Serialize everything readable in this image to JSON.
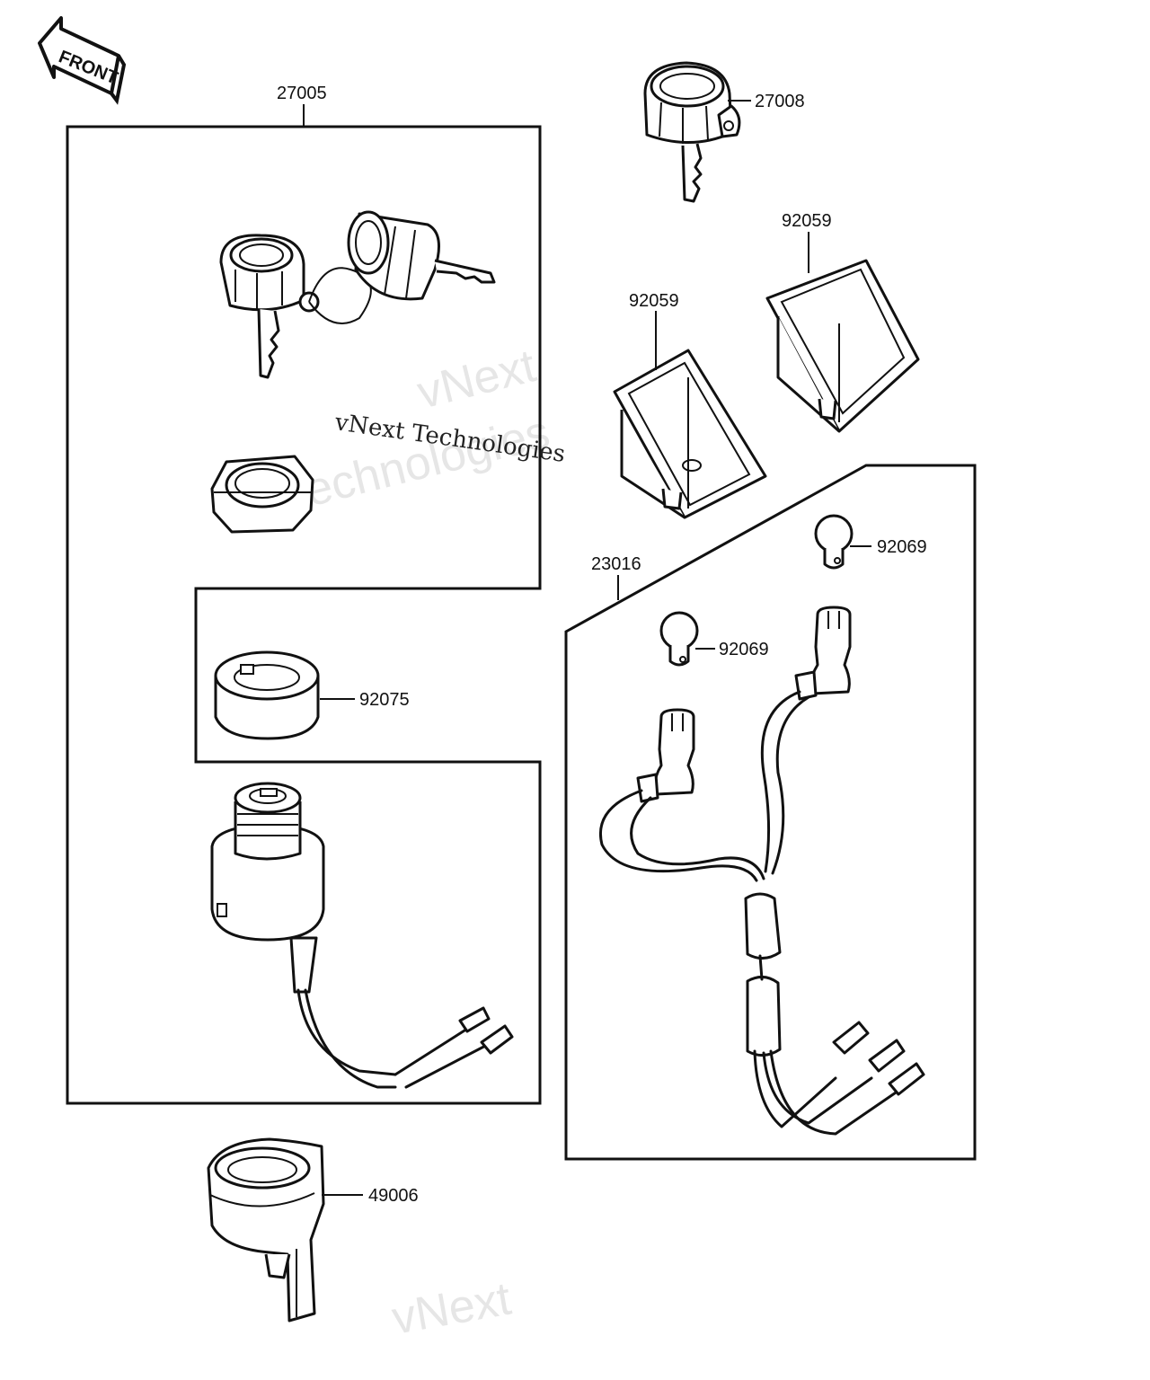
{
  "header_text": "",
  "front_label": "FRONT",
  "parts": {
    "p27005": "27005",
    "p27008": "27008",
    "p92059_right": "92059",
    "p92059_left": "92059",
    "p92069_upper": "92069",
    "p92069_lower": "92069",
    "p23016": "23016",
    "p92075": "92075",
    "p49006": "49006"
  },
  "watermark": {
    "text": "vNext Technologies",
    "ghost_line1": "vNext",
    "ghost_line2": "Technologies",
    "ghost_bottom": "vNext"
  }
}
